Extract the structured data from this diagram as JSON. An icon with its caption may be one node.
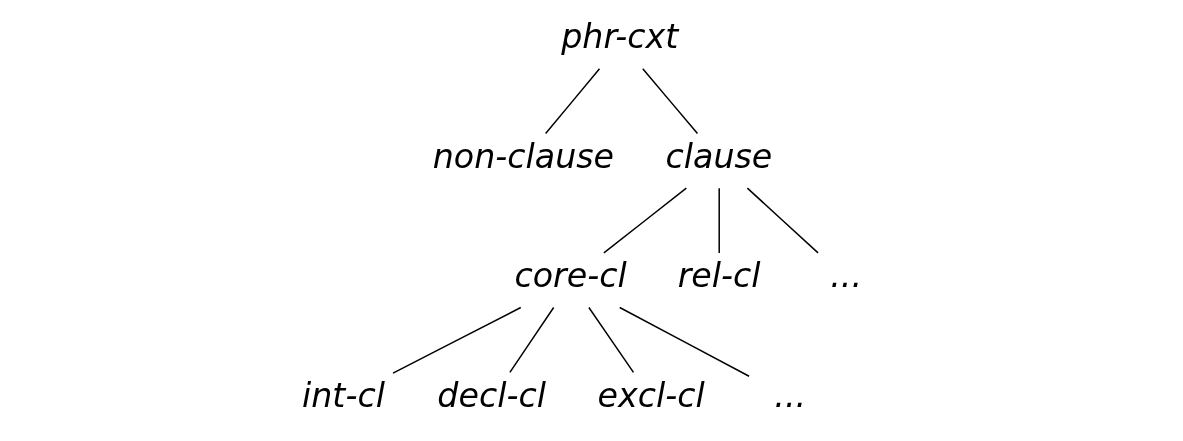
{
  "diagram": {
    "nodes": [
      {
        "text": [
          "phr-cxt"
        ]
      },
      {
        "text": [
          "non-clause"
        ]
      },
      {
        "text": [
          "clause"
        ]
      },
      {
        "text": [
          "core-cl"
        ]
      },
      {
        "text": [
          "rel-cl"
        ]
      },
      {
        "text": [
          "..."
        ]
      },
      {
        "text": [
          "int-cl"
        ]
      },
      {
        "text": [
          "decl-cl"
        ]
      },
      {
        "text": [
          "excl-cl"
        ]
      },
      {
        "text": [
          "..."
        ]
      }
    ],
    "edges": [
      {
        "from": 0,
        "to": 1,
        "arrow": "none"
      },
      {
        "from": 0,
        "to": 2,
        "arrow": "none"
      },
      {
        "from": 2,
        "to": 3,
        "arrow": "none"
      },
      {
        "from": 2,
        "to": 4,
        "arrow": "none"
      },
      {
        "from": 2,
        "to": 5,
        "arrow": "none"
      },
      {
        "from": 3,
        "to": 6,
        "arrow": "none"
      },
      {
        "from": 3,
        "to": 7,
        "arrow": "none"
      },
      {
        "from": 3,
        "to": 8,
        "arrow": "none"
      },
      {
        "from": 3,
        "to": 9,
        "arrow": "none"
      }
    ]
  }
}
